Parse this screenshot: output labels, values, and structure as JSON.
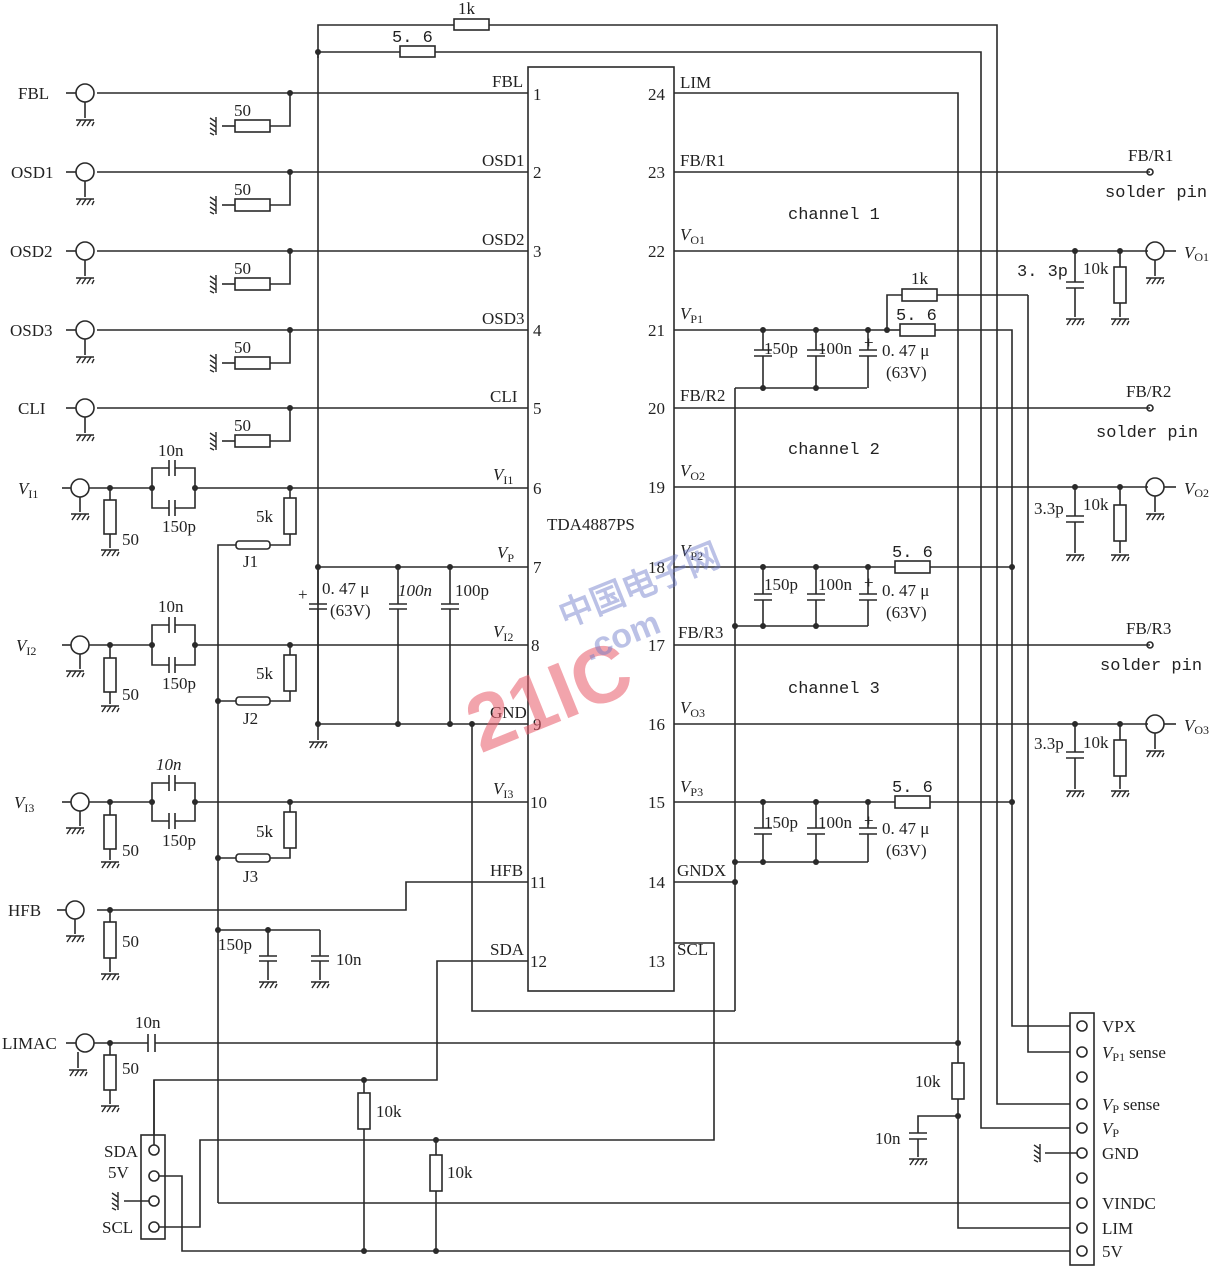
{
  "ic": {
    "name": "TDA4887PS"
  },
  "left_pins": [
    {
      "num": "1",
      "label": "FBL"
    },
    {
      "num": "2",
      "label": "OSD1"
    },
    {
      "num": "3",
      "label": "OSD2"
    },
    {
      "num": "4",
      "label": "OSD3"
    },
    {
      "num": "5",
      "label": "CLI"
    },
    {
      "num": "6",
      "label": "V",
      "sub": "I1"
    },
    {
      "num": "7",
      "label": "V",
      "sub": "P"
    },
    {
      "num": "8",
      "label": "V",
      "sub": "I2"
    },
    {
      "num": "9",
      "label": "GND"
    },
    {
      "num": "10",
      "label": "V",
      "sub": "I3"
    },
    {
      "num": "11",
      "label": "HFB"
    },
    {
      "num": "12",
      "label": "SDA"
    }
  ],
  "right_pins": [
    {
      "num": "24",
      "label": "LIM"
    },
    {
      "num": "23",
      "label": "FB/R1"
    },
    {
      "num": "22",
      "label": "V",
      "sub": "O1"
    },
    {
      "num": "21",
      "label": "V",
      "sub": "P1"
    },
    {
      "num": "20",
      "label": "FB/R2"
    },
    {
      "num": "19",
      "label": "V",
      "sub": "O2"
    },
    {
      "num": "18",
      "label": "V",
      "sub": "P2"
    },
    {
      "num": "17",
      "label": "FB/R3"
    },
    {
      "num": "16",
      "label": "V",
      "sub": "O3"
    },
    {
      "num": "15",
      "label": "V",
      "sub": "P3"
    },
    {
      "num": "14",
      "label": "GNDX"
    },
    {
      "num": "13",
      "label": "SCL"
    }
  ],
  "inputs": [
    {
      "label": "FBL"
    },
    {
      "label": "OSD1"
    },
    {
      "label": "OSD2"
    },
    {
      "label": "OSD3"
    },
    {
      "label": "CLI"
    },
    {
      "label": "V",
      "sub": "I1"
    },
    {
      "label": "V",
      "sub": "I2"
    },
    {
      "label": "V",
      "sub": "I3"
    },
    {
      "label": "HFB"
    },
    {
      "label": "LIMAC"
    }
  ],
  "components": {
    "r_top_1k": "1k",
    "r_top_56": "5. 6",
    "r_term": "50",
    "c_coupling_10n": "10n",
    "c_coupling_150p": "150p",
    "r_bias_5k": "5k",
    "jumpers": [
      "J1",
      "J2",
      "J3"
    ],
    "vp_cap_electrolytic": "0. 47 μ",
    "vp_cap_voltage": "(63V)",
    "vp_cap_100n": "100n",
    "vp_cap_100p": "100p",
    "hfb_cap_150p": "150p",
    "hfb_cap_10n": "10n",
    "limac_cap": "10n",
    "pullup_10k": "10k",
    "lim_r": "10k",
    "lim_c": "10n",
    "ch_cap_150p": "150p",
    "ch_cap_100n": "100n",
    "ch_cap_047": "0. 47 μ",
    "ch_cap_voltage": "(63V)",
    "ch_r_56": "5. 6",
    "ch_r_1k": "1k",
    "out_cap": "3. 3p",
    "out_cap_alt": "3.3p",
    "out_r": "10k"
  },
  "channels": [
    "channel 1",
    "channel 2",
    "channel 3"
  ],
  "solder_pins": [
    {
      "label": "FB/R1",
      "note": "solder pin"
    },
    {
      "label": "FB/R2",
      "note": "solder pin"
    },
    {
      "label": "FB/R3",
      "note": "solder pin"
    }
  ],
  "outputs": [
    {
      "label": "V",
      "sub": "O1"
    },
    {
      "label": "V",
      "sub": "O2"
    },
    {
      "label": "V",
      "sub": "O3"
    }
  ],
  "i2c_connector": [
    "SDA",
    "5V",
    "",
    "SCL"
  ],
  "power_connector": [
    {
      "label": "VPX"
    },
    {
      "label": "V",
      "sub": "P1",
      "suffix": "sense"
    },
    {
      "label": ""
    },
    {
      "label": "V",
      "sub": "P",
      "suffix": "sense"
    },
    {
      "label": "V",
      "sub": "P"
    },
    {
      "label": "GND"
    },
    {
      "label": ""
    },
    {
      "label": "VINDC"
    },
    {
      "label": "LIM"
    },
    {
      "label": "5V"
    }
  ],
  "watermark": {
    "main": "21IC",
    "sub": "中国电子网",
    "domain": ".com"
  }
}
